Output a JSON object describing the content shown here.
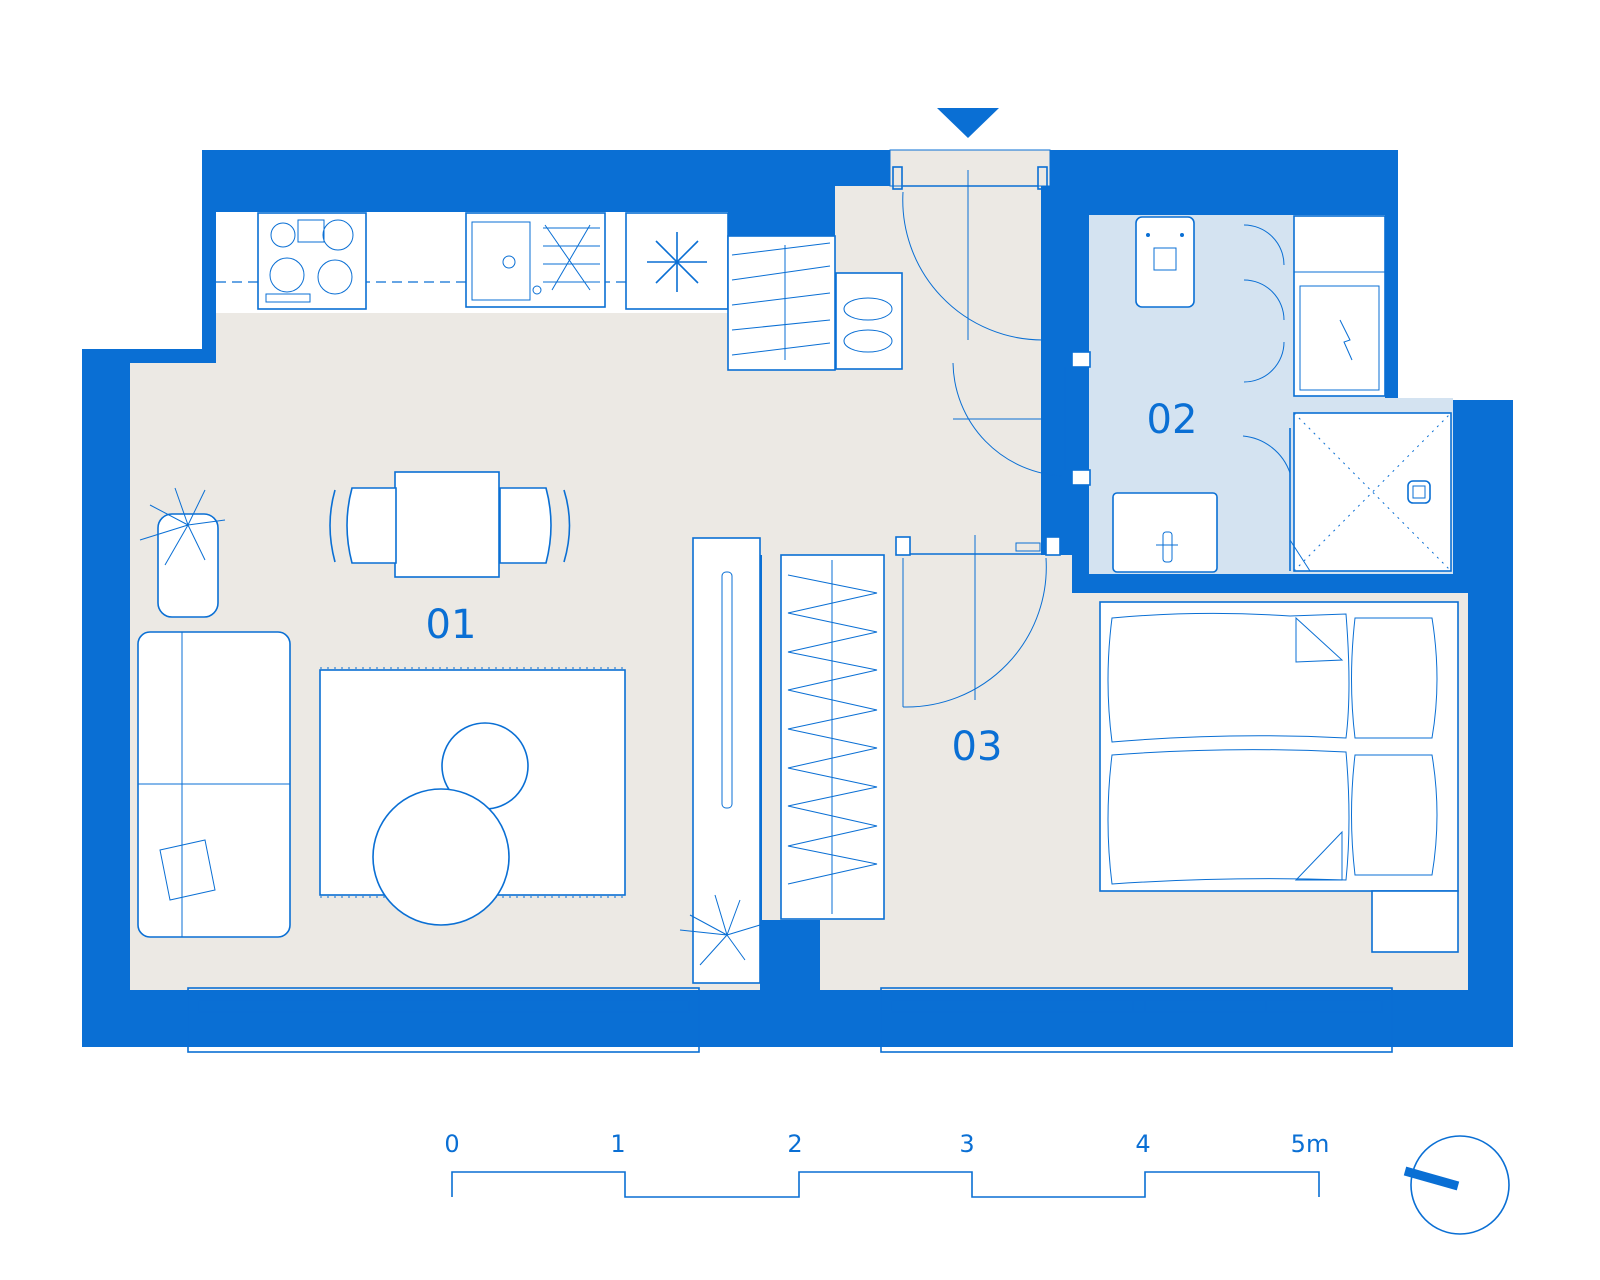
{
  "colors": {
    "wall": "#0a6fd4",
    "floor": "#ece9e4",
    "bathroom_floor": "#d4e3f1",
    "line": "#0a6fd4",
    "background": "#ffffff"
  },
  "rooms": [
    {
      "id": "room-01",
      "label": "01"
    },
    {
      "id": "room-02",
      "label": "02"
    },
    {
      "id": "room-03",
      "label": "03"
    }
  ],
  "scale_bar": {
    "ticks": [
      "0",
      "1",
      "2",
      "3",
      "4",
      "5m"
    ]
  },
  "icons": {
    "entrance": "entrance-arrow-icon",
    "north": "north-compass-icon"
  }
}
